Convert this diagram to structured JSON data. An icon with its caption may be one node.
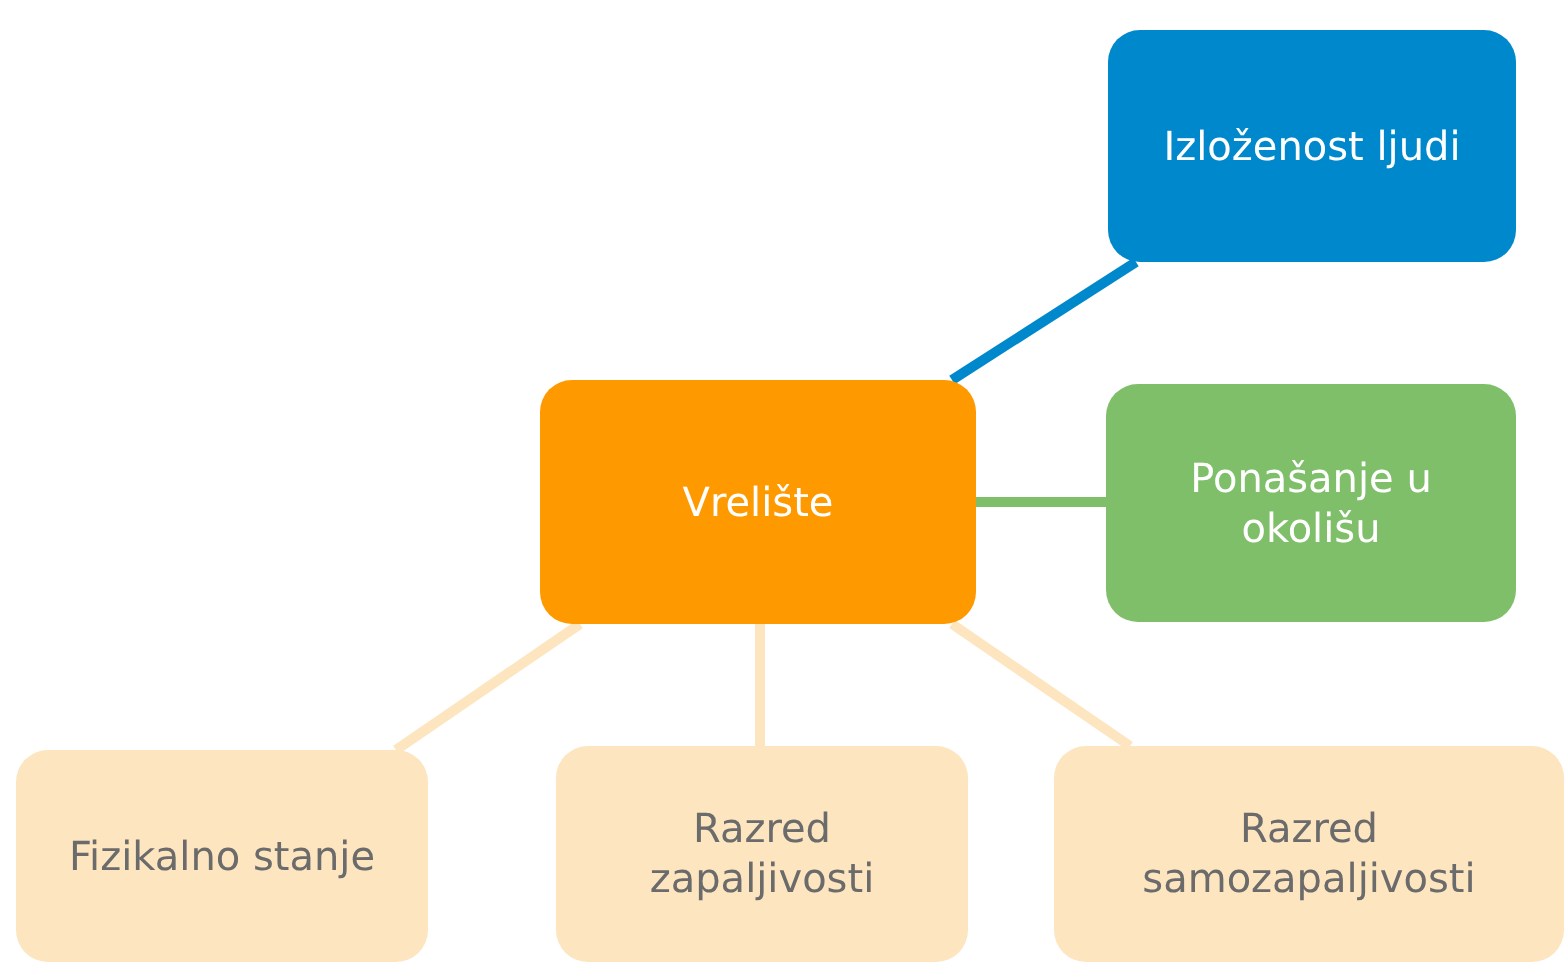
{
  "diagram": {
    "nodes": [
      {
        "text": [
          "Vrelište"
        ]
      },
      {
        "text": [
          "Izloženost ljudi"
        ]
      },
      {
        "text": [
          "Ponašanje u okolišu"
        ]
      },
      {
        "text": [
          "Fizikalno stanje"
        ]
      },
      {
        "text": [
          "Razred zapaljivosti"
        ]
      },
      {
        "text": [
          "Razred samozapaljivosti"
        ]
      }
    ],
    "edges": [
      {
        "from": 0,
        "to": 1,
        "arrow": "none",
        "color": "#0088cc"
      },
      {
        "from": 0,
        "to": 2,
        "arrow": "none",
        "color": "#7fbf6a"
      },
      {
        "from": 0,
        "to": 3,
        "arrow": "none"
      },
      {
        "from": 0,
        "to": 4,
        "arrow": "none"
      },
      {
        "from": 0,
        "to": 5,
        "arrow": "none"
      }
    ]
  }
}
